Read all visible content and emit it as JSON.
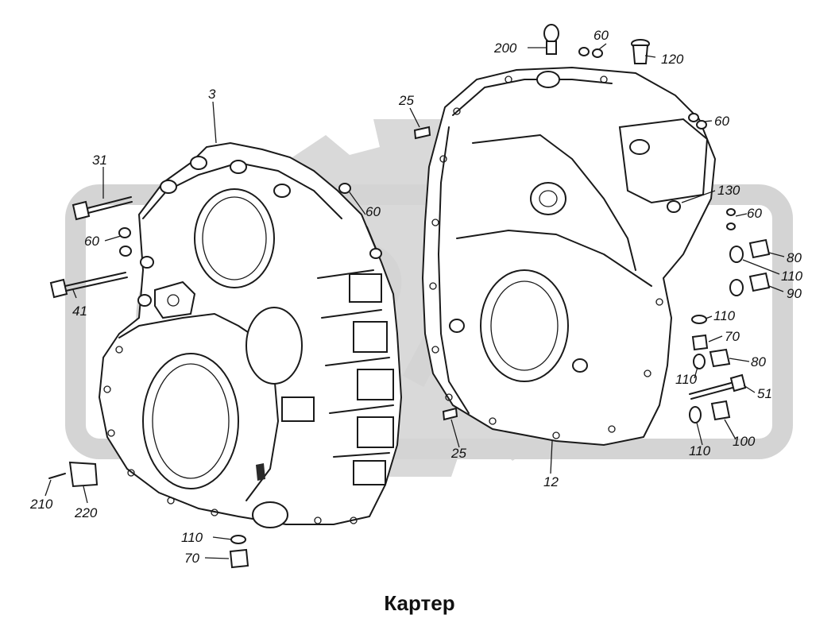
{
  "caption": "Картер",
  "watermark": {
    "text": "СПАЗ",
    "color": "#d8d8d8"
  },
  "callouts": [
    {
      "label": "3"
    },
    {
      "label": "31"
    },
    {
      "label": "60"
    },
    {
      "label": "41"
    },
    {
      "label": "60"
    },
    {
      "label": "210"
    },
    {
      "label": "220"
    },
    {
      "label": "110"
    },
    {
      "label": "70"
    },
    {
      "label": "200"
    },
    {
      "label": "60"
    },
    {
      "label": "120"
    },
    {
      "label": "25"
    },
    {
      "label": "60"
    },
    {
      "label": "130"
    },
    {
      "label": "60"
    },
    {
      "label": "80"
    },
    {
      "label": "110"
    },
    {
      "label": "90"
    },
    {
      "label": "110"
    },
    {
      "label": "70"
    },
    {
      "label": "80"
    },
    {
      "label": "110"
    },
    {
      "label": "51"
    },
    {
      "label": "100"
    },
    {
      "label": "110"
    },
    {
      "label": "25"
    },
    {
      "label": "12"
    }
  ]
}
